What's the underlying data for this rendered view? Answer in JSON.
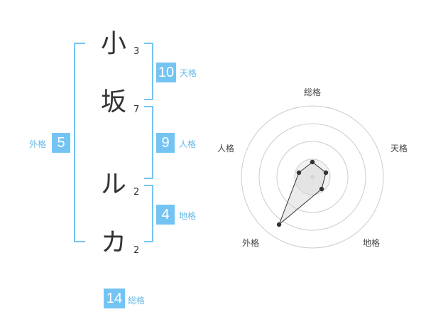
{
  "name": {
    "chars": [
      {
        "char": "小",
        "strokes": "3"
      },
      {
        "char": "坂",
        "strokes": "7"
      },
      {
        "char": "ル",
        "strokes": "2"
      },
      {
        "char": "カ",
        "strokes": "2"
      }
    ]
  },
  "fortunes": {
    "tenkaku": {
      "value": "10",
      "label": "天格"
    },
    "jinkaku": {
      "value": "9",
      "label": "人格"
    },
    "chikaku": {
      "value": "4",
      "label": "地格"
    },
    "gaikaku": {
      "value": "5",
      "label": "外格"
    },
    "soukaku": {
      "value": "14",
      "label": "総格"
    }
  },
  "colors": {
    "accent": "#74c4f3",
    "ring": "#cccccc",
    "point": "#333333"
  },
  "chart_data": {
    "type": "radar",
    "axes": [
      "総格",
      "天格",
      "地格",
      "外格",
      "人格"
    ],
    "rings": 4
  }
}
